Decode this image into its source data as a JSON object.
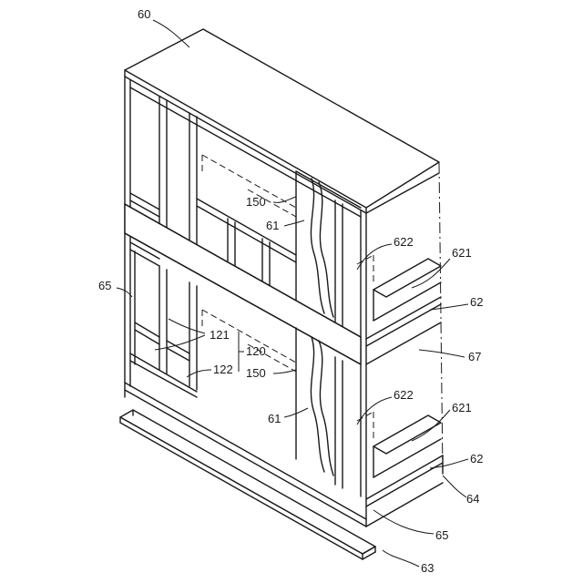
{
  "labels": {
    "l60": "60",
    "l150a": "150",
    "l61a": "61",
    "l622a": "622",
    "l621a": "621",
    "l65a": "65",
    "l62a": "62",
    "l121": "121",
    "l120": "120",
    "l67": "67",
    "l122": "122",
    "l150b": "150",
    "l622b": "622",
    "l621b": "621",
    "l61b": "61",
    "l62b": "62",
    "l64": "64",
    "l65b": "65",
    "l63": "63"
  }
}
